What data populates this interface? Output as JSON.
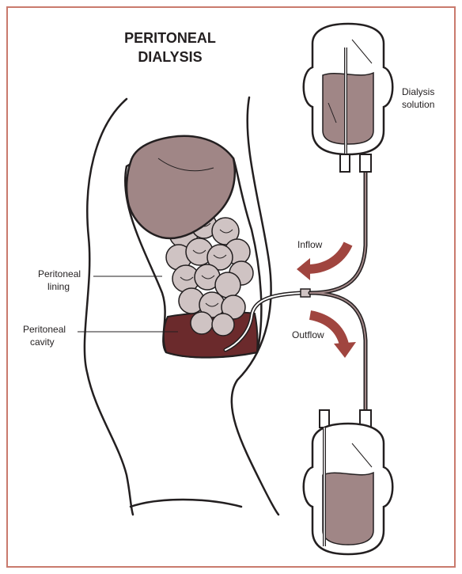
{
  "title": {
    "line1": "PERITONEAL",
    "line2": "DIALYSIS"
  },
  "labels": {
    "dialysis_solution_line1": "Dialysis",
    "dialysis_solution_line2": "solution",
    "inflow": "Inflow",
    "outflow": "Outflow",
    "peritoneal_lining_line1": "Peritoneal",
    "peritoneal_lining_line2": "lining",
    "peritoneal_cavity_line1": "Peritoneal",
    "peritoneal_cavity_line2": "cavity"
  },
  "colors": {
    "frame": "#c97a6d",
    "ink": "#231f20",
    "organ": "#a08686",
    "intestine": "#cfc3c3",
    "cavity_fluid": "#6b2a2c",
    "arrow": "#a0453f"
  }
}
